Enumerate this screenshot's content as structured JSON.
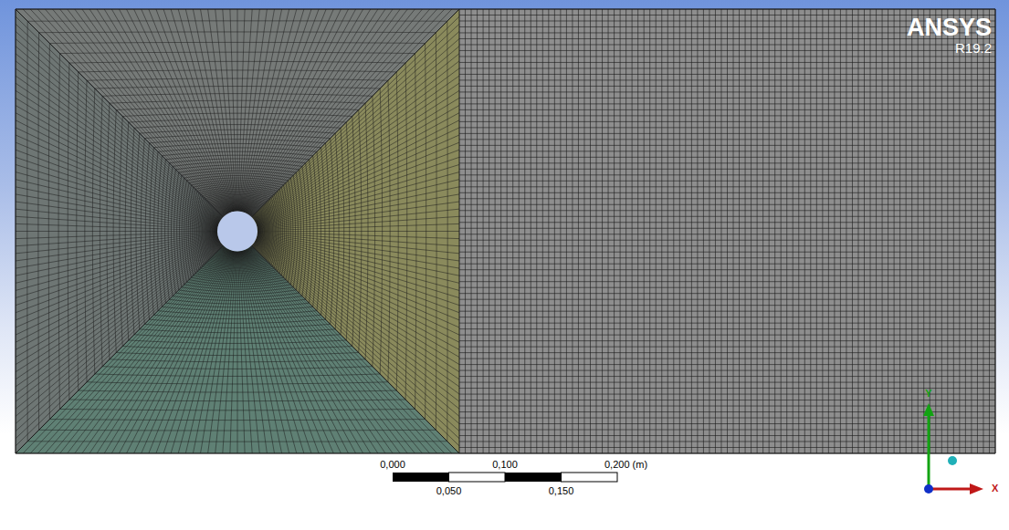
{
  "diagram": {
    "labels": [
      "ANSYS",
      "R19.2",
      "0,000",
      "0,100",
      "0,200 (m)",
      "0,050",
      "0,150",
      "Y",
      "X"
    ]
  }
}
